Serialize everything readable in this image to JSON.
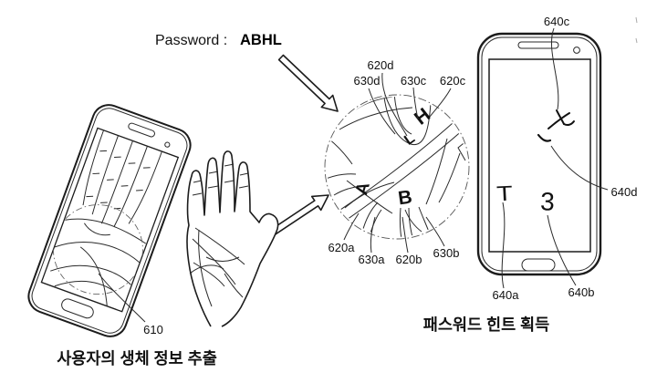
{
  "password": {
    "label": "Password :",
    "value": "ABHL"
  },
  "captions": {
    "left": "사용자의 생체 정보 추출",
    "right": "패스워드 힌트 획득"
  },
  "refs": {
    "r610": "610",
    "r620a": "620a",
    "r620b": "620b",
    "r620c": "620c",
    "r620d": "620d",
    "r630a": "630a",
    "r630b": "630b",
    "r630c": "630c",
    "r630d": "630d",
    "r640a": "640a",
    "r640b": "640b",
    "r640c": "640c",
    "r640d": "640d"
  },
  "hidden_letters": {
    "a": "A",
    "b": "B",
    "h": "H",
    "l": "L"
  },
  "hint_marks": {
    "t": "T",
    "three": "3"
  },
  "colors": {
    "ink": "#1c1c1c",
    "background": "#ffffff",
    "scan_circle": "#666666"
  }
}
